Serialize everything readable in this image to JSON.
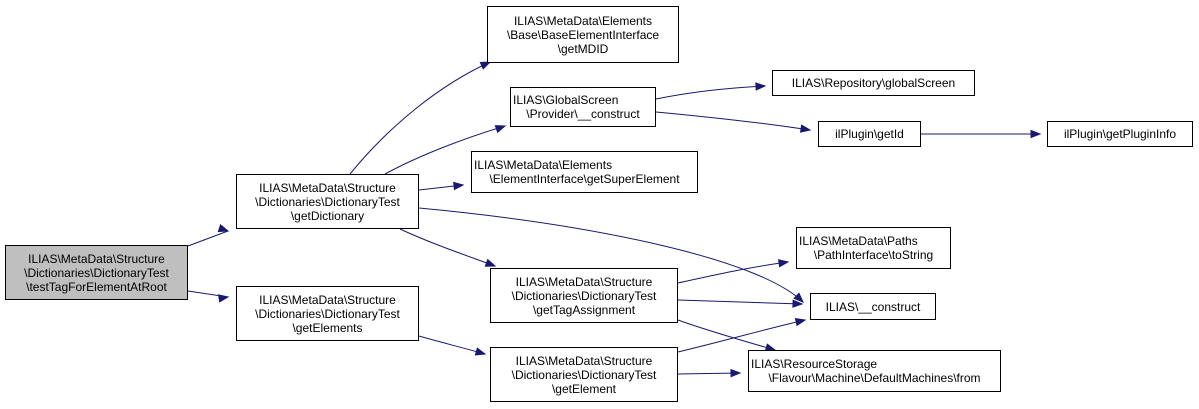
{
  "graph": {
    "nodes": {
      "root": {
        "lines": [
          "ILIAS\\MetaData\\Structure",
          "\\Dictionaries\\DictionaryTest",
          "\\testTagForElementAtRoot"
        ]
      },
      "getdict": {
        "lines": [
          "ILIAS\\MetaData\\Structure",
          "\\Dictionaries\\DictionaryTest",
          "\\getDictionary"
        ]
      },
      "getels": {
        "lines": [
          "ILIAS\\MetaData\\Structure",
          "\\Dictionaries\\DictionaryTest",
          "\\getElements"
        ]
      },
      "mdid": {
        "lines": [
          "ILIAS\\MetaData\\Elements",
          "\\Base\\BaseElementInterface",
          "\\getMDID"
        ]
      },
      "gsprov": {
        "lines": [
          "ILIAS\\GlobalScreen",
          "\\Provider\\__construct"
        ]
      },
      "super": {
        "lines": [
          "ILIAS\\MetaData\\Elements",
          "\\ElementInterface\\getSuperElement"
        ]
      },
      "gettag": {
        "lines": [
          "ILIAS\\MetaData\\Structure",
          "\\Dictionaries\\DictionaryTest",
          "\\getTagAssignment"
        ]
      },
      "getel": {
        "lines": [
          "ILIAS\\MetaData\\Structure",
          "\\Dictionaries\\DictionaryTest",
          "\\getElement"
        ]
      },
      "repo": {
        "lines": [
          "ILIAS\\Repository\\globalScreen"
        ]
      },
      "plugid": {
        "lines": [
          "ilPlugin\\getId"
        ]
      },
      "pinfo": {
        "lines": [
          "ilPlugin\\getPluginInfo"
        ]
      },
      "paths": {
        "lines": [
          "ILIAS\\MetaData\\Paths",
          "\\PathInterface\\toString"
        ]
      },
      "cons": {
        "lines": [
          "ILIAS\\__construct"
        ]
      },
      "rs": {
        "lines": [
          "ILIAS\\ResourceStorage",
          "\\Flavour\\Machine\\DefaultMachines\\from"
        ]
      }
    }
  }
}
